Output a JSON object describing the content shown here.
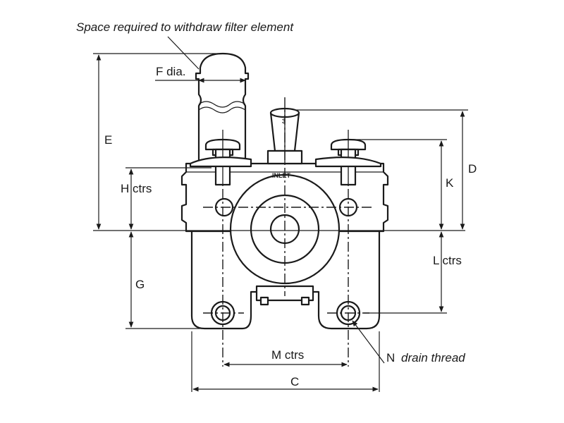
{
  "diagram": {
    "note_space": "Space required to withdraw filter element",
    "labels": {
      "f": "F dia.",
      "e": "E",
      "h": "H ctrs",
      "g": "G",
      "d": "D",
      "k": "K",
      "l": "L ctrs",
      "m": "M ctrs",
      "c": "C",
      "n": "N",
      "n_note": "drain thread"
    },
    "marks": {
      "inlet": "INLET",
      "arrow_num": "3"
    }
  }
}
